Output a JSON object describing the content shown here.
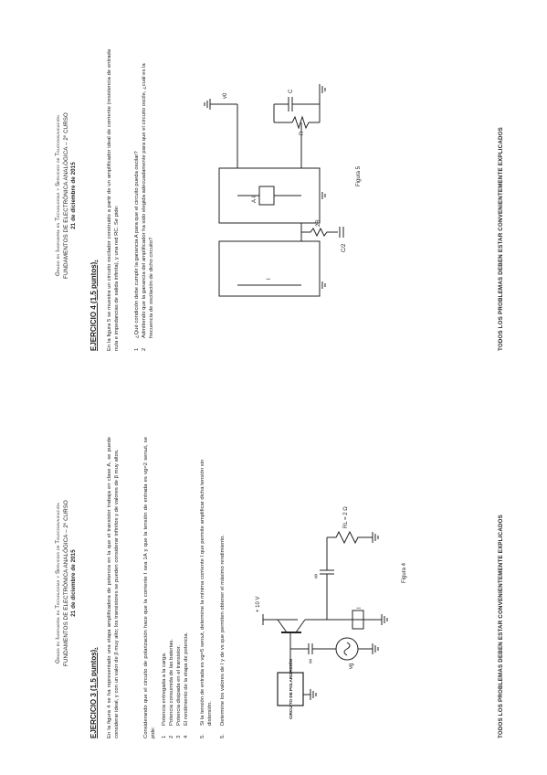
{
  "header": {
    "line1": "Grado en Ingeniería en Tecnologías y Servicios de Telecomunicación",
    "line2": "FUNDAMENTOS DE ELECTRÓNICA ANALÓGICA – 2º CURSO",
    "line3": "21 de diciembre de 2015"
  },
  "footer": "TODOS LOS PROBLEMAS DEBEN ESTAR CONVENIENTEMENTE EXPLICADOS",
  "ejercicio3": {
    "title": "EJERCICIO 3 (1.5 puntos).",
    "intro": "En la figura 4 se ha representado una etapa amplificadora de potencia en la que el transistor trabaja en clase A, se puede considerar ideal, y con un valor de β muy alto; los transistores se pueden considerar infinitos y de valores de β muy altos.",
    "condition": "Considerando que el circuito de polarización hace que la corriente I sea 1A y que la tensión de entrada es vg=2 senωt, se pide:",
    "items": [
      {
        "num": "1",
        "text": "Potencia entregada a la carga."
      },
      {
        "num": "2",
        "text": "Potencia consumida de las baterías."
      },
      {
        "num": "3",
        "text": "Potencia disipada en el transistor."
      },
      {
        "num": "4",
        "text": "El rendimiento de la etapa de potencia."
      }
    ],
    "q5": {
      "num": "5.",
      "text": "Si la tensión de entrada es vg=5 senωt, determine la mínima corriente I que permite amplificar dicha tensión sin distorsión."
    },
    "q6": {
      "num": "5.",
      "text": "Determine los valores de I y de vs que permiten obtener el máximo rendimiento."
    },
    "figure": {
      "caption": "Figura 4",
      "vcc": "+ 10 V",
      "block": "CIRCUITO DE POLARIZACIÓN",
      "cap": "∞",
      "load": "RL = 2 Ω",
      "source": "vg",
      "current": "I"
    }
  },
  "ejercicio4": {
    "title": "EJERCICIO 4 (1.5 puntos).",
    "intro": "En la figura 5 se muestra un circuito oscilador construido a partir de un amplificador ideal de corriente (resistencia de entrada nula e impedancias de salida infinita), y una red RC. Se pide:",
    "items": [
      {
        "num": "1",
        "text": "¿Qué condición debe cumplir la ganancia A para que el circuito pueda oscilar?"
      },
      {
        "num": "2",
        "text": "Admitiendo que la ganancia del amplificador ha sido elegida adecuadamente para que el circuito oscile, ¿cuál es la frecuencia de oscilación de dicho circuito?"
      }
    ],
    "figure": {
      "caption": "Figura 5",
      "vo": "v0",
      "amp": "A·I",
      "input": "I",
      "r1": "2R",
      "c1": "C/2",
      "r2": "R",
      "c2": "C"
    }
  },
  "colors": {
    "ink": "#222222",
    "paper": "#ffffff"
  }
}
